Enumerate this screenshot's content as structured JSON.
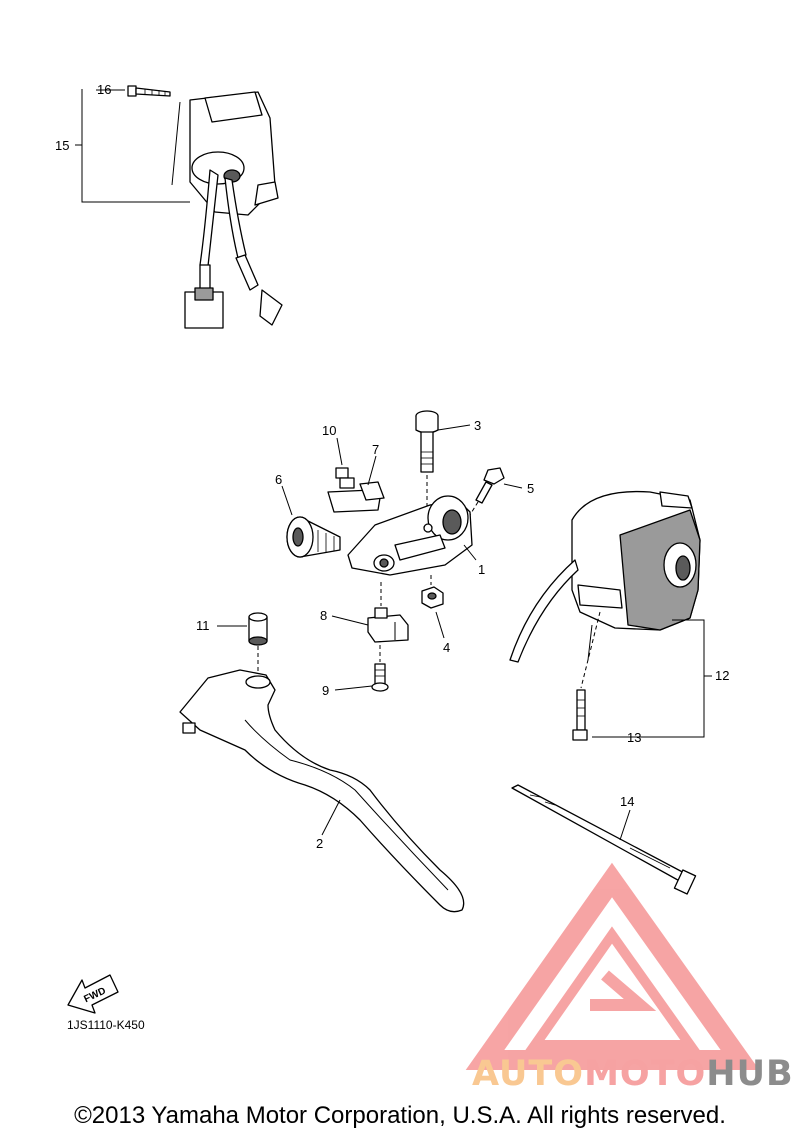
{
  "callouts": {
    "c1": "1",
    "c2": "2",
    "c3": "3",
    "c4": "4",
    "c5": "5",
    "c6": "6",
    "c7": "7",
    "c8": "8",
    "c9": "9",
    "c10": "10",
    "c11": "11",
    "c12": "12",
    "c13": "13",
    "c14": "14",
    "c15": "15",
    "c16": "16"
  },
  "fwd_label": "FWD",
  "diagram_code": "1JS1110-K450",
  "brand": {
    "part1": "AUTO",
    "part2": "MOTO",
    "part3": "HUB"
  },
  "copyright": "©2013 Yamaha Motor Corporation, U.S.A. All rights reserved.",
  "colors": {
    "logo_red": "#f58e8e",
    "logo_orange": "#f9c892",
    "logo_gray": "#8c8c8c",
    "part_gray": "#9a9a9a"
  }
}
